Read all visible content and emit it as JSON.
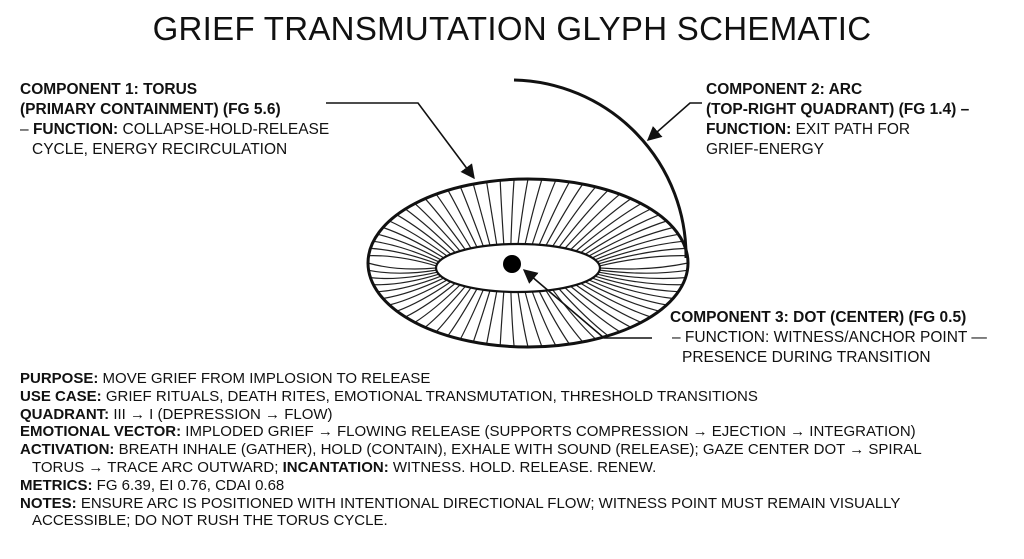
{
  "title": "GRIEF TRANSMUTATION GLYPH SCHEMATIC",
  "components": {
    "torus": {
      "heading1": "COMPONENT 1: TORUS",
      "heading2": "(PRIMARY CONTAINMENT) (FG 5.6)",
      "function_key": "FUNCTION:",
      "function_text": "COLLAPSE-HOLD-RELEASE",
      "function_text2": "CYCLE, ENERGY RECIRCULATION"
    },
    "arc": {
      "heading1": "COMPONENT 2: ARC",
      "heading2": "(TOP-RIGHT QUADRANT) (FG 1.4) –",
      "function_key": "FUNCTION:",
      "function_text": "EXIT PATH FOR",
      "function_text2": "GRIEF-ENERGY"
    },
    "dot": {
      "heading": "COMPONENT 3: DOT (CENTER) (FG 0.5)",
      "function_line1": "– FUNCTION: WITNESS/ANCHOR POINT —",
      "function_line2": "PRESENCE DURING TRANSITION"
    }
  },
  "info": {
    "purpose_key": "PURPOSE:",
    "purpose": "MOVE GRIEF FROM IMPLOSION TO RELEASE",
    "use_case_key": "USE CASE:",
    "use_case": "GRIEF RITUALS, DEATH RITES, EMOTIONAL TRANSMUTATION, THRESHOLD TRANSITIONS",
    "quadrant_key": "QUADRANT:",
    "quadrant": "III → I  (DEPRESSION → FLOW)",
    "vector_key": "EMOTIONAL VECTOR:",
    "vector": "IMPLODED GRIEF → FLOWING RELEASE (SUPPORTS COMPRESSION → EJECTION → INTEGRATION)",
    "activation_key": "ACTIVATION:",
    "activation": "BREATH INHALE (GATHER), HOLD (CONTAIN), EXHALE WITH SOUND (RELEASE); GAZE CENTER DOT → SPIRAL",
    "activation2": "TORUS → TRACE ARC OUTWARD;",
    "incantation_key": "INCANTATION:",
    "incantation": "WITNESS. HOLD. RELEASE. RENEW.",
    "metrics_key": "METRICS:",
    "metrics": "FG 6.39, EI 0.76, CDAI 0.68",
    "notes_key": "NOTES:",
    "notes": "ENSURE ARC IS POSITIONED WITH INTENTIONAL DIRECTIONAL FLOW; WITNESS POINT MUST REMAIN VISUALLY",
    "notes2": "ACCESSIBLE; DO NOT RUSH THE TORUS CYCLE."
  }
}
